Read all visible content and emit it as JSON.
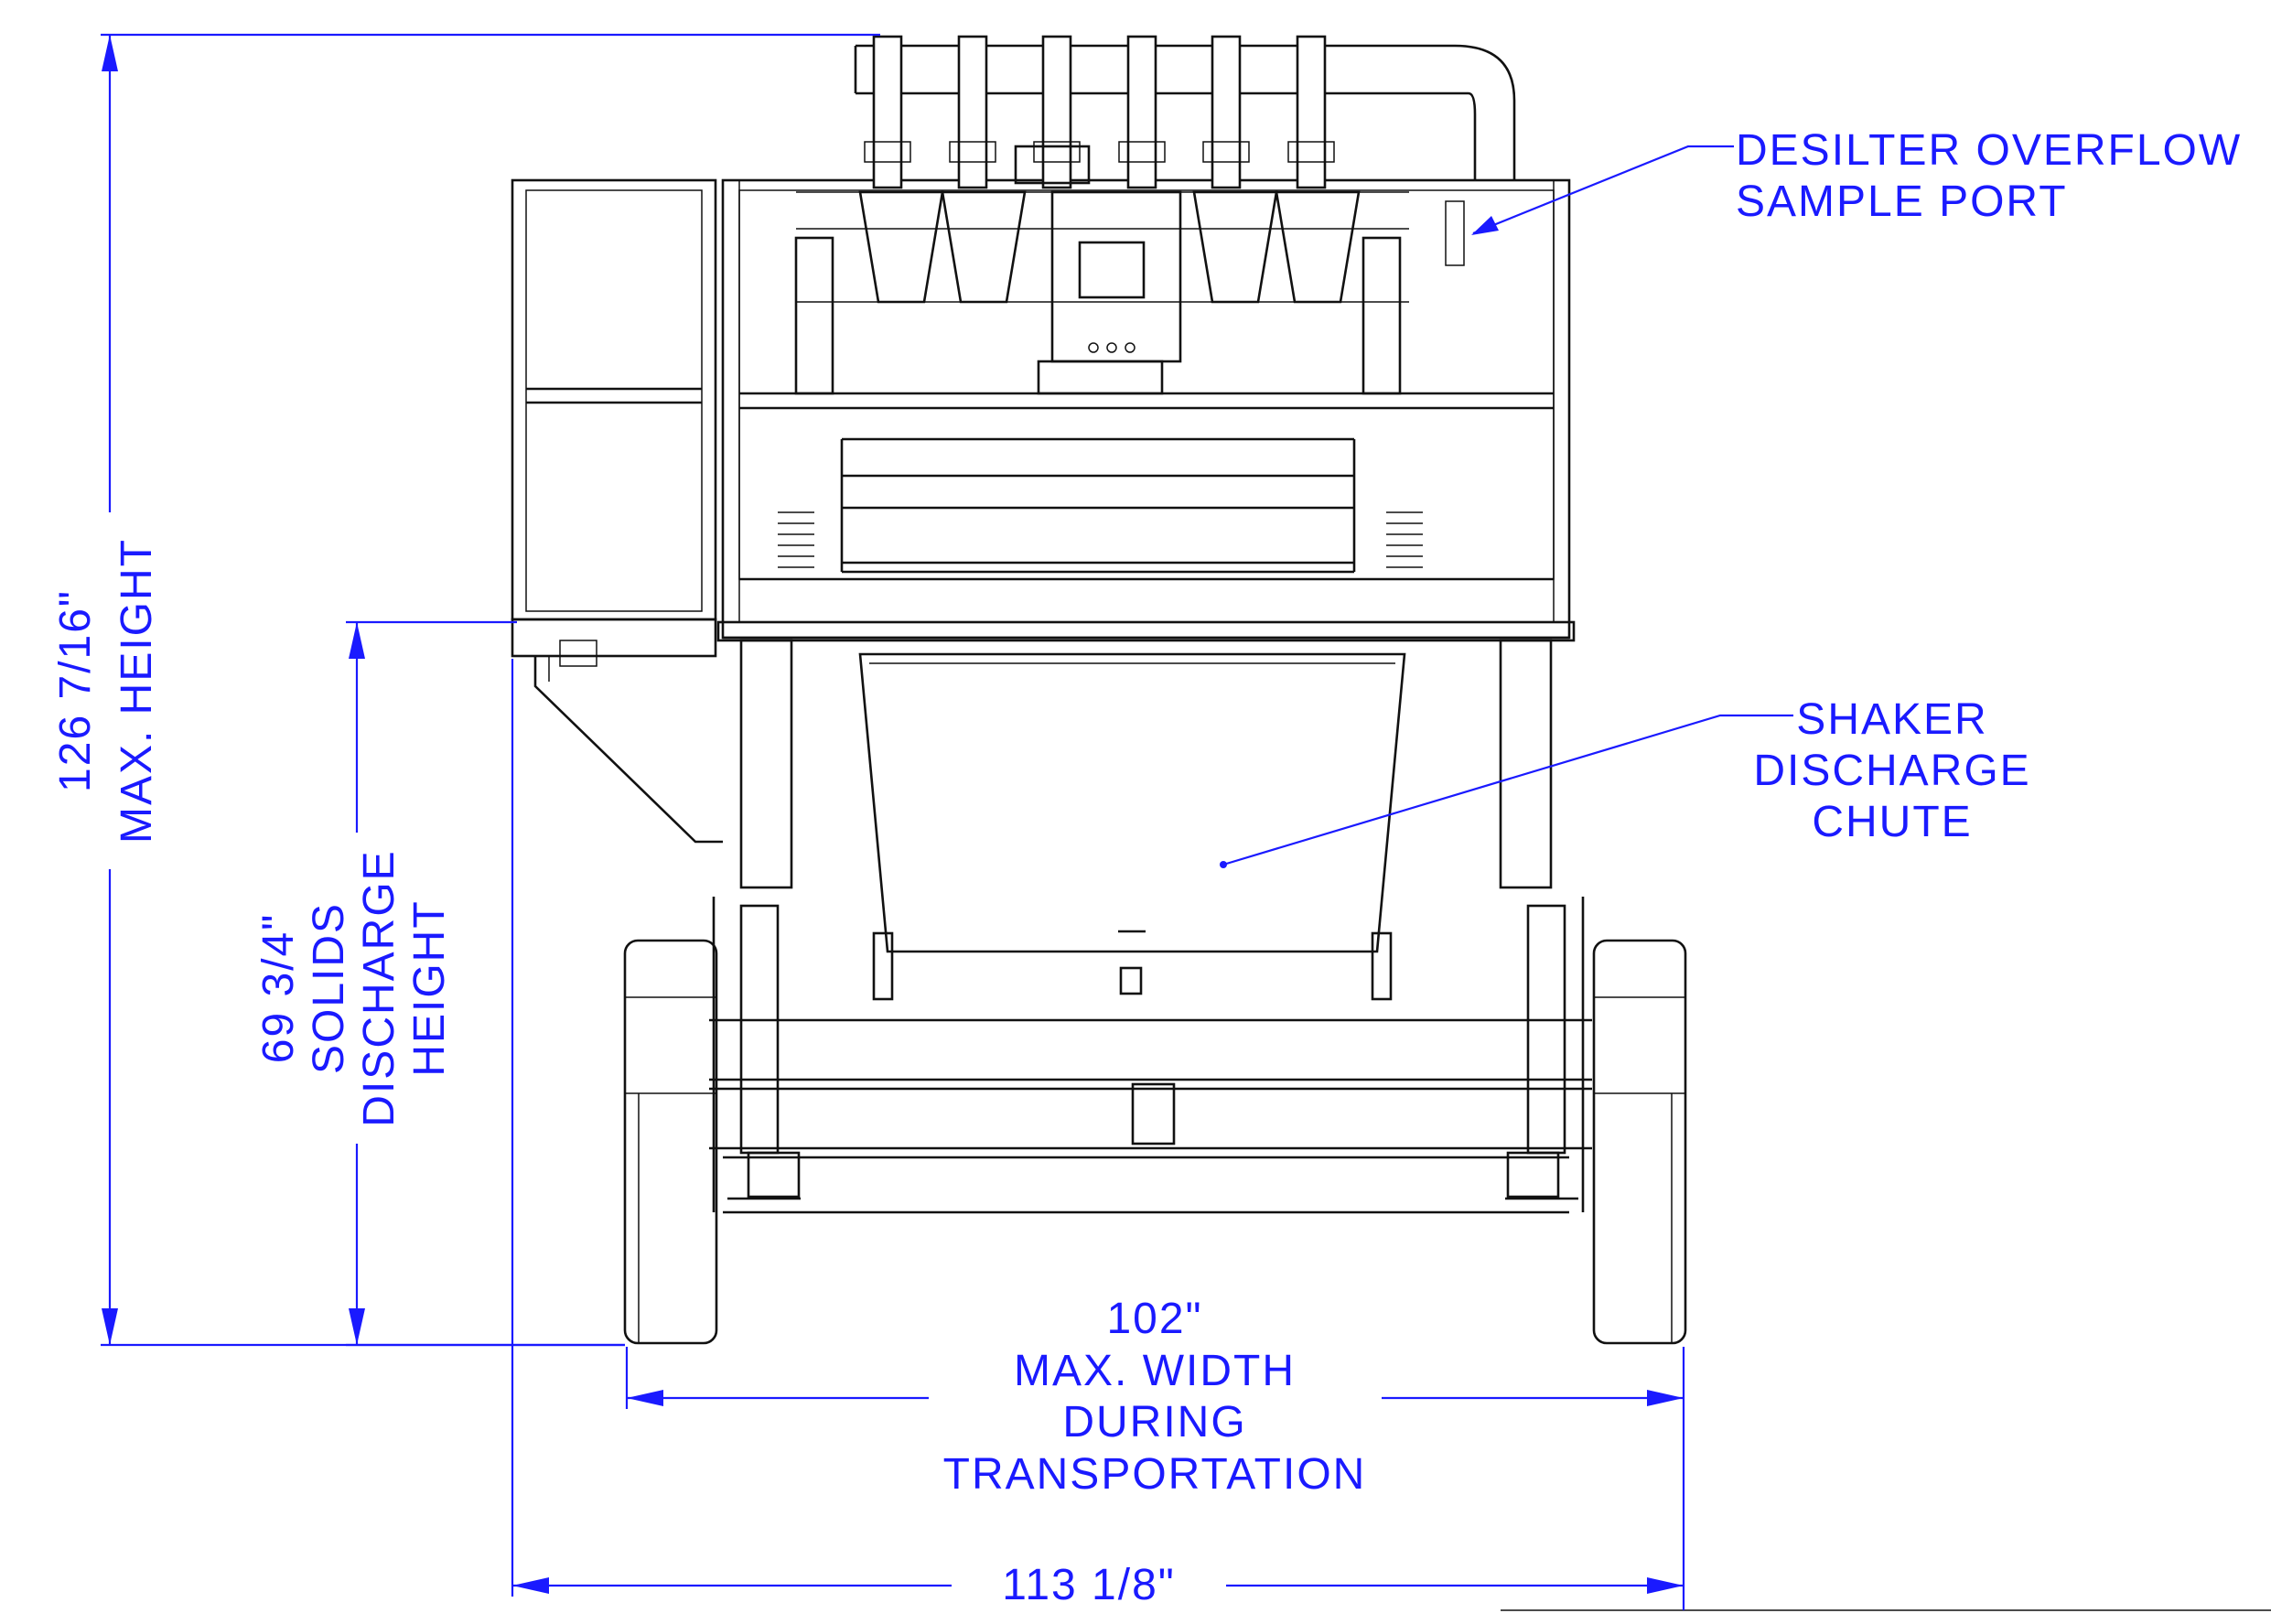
{
  "dimensions": {
    "max_height_value": "126 7/16\"",
    "max_height_label": "MAX. HEIGHT",
    "solids_discharge_value": "69 3/4\"",
    "solids_discharge_label_1": "SOLIDS",
    "solids_discharge_label_2": "DISCHARGE",
    "solids_discharge_label_3": "HEIGHT",
    "transport_width_value": "102\"",
    "transport_width_label_1": "MAX. WIDTH",
    "transport_width_label_2": "DURING",
    "transport_width_label_3": "TRANSPORTATION",
    "overall_width_value": "113 1/8\""
  },
  "callouts": {
    "desilter_line_1": "DESILTER OVERFLOW",
    "desilter_line_2": "SAMPLE PORT",
    "shaker_line_1": "SHAKER",
    "shaker_line_2": "DISCHARGE",
    "shaker_line_3": "CHUTE"
  },
  "colors": {
    "dimension": "#1a1aff",
    "linework": "#111111",
    "background": "#ffffff"
  }
}
